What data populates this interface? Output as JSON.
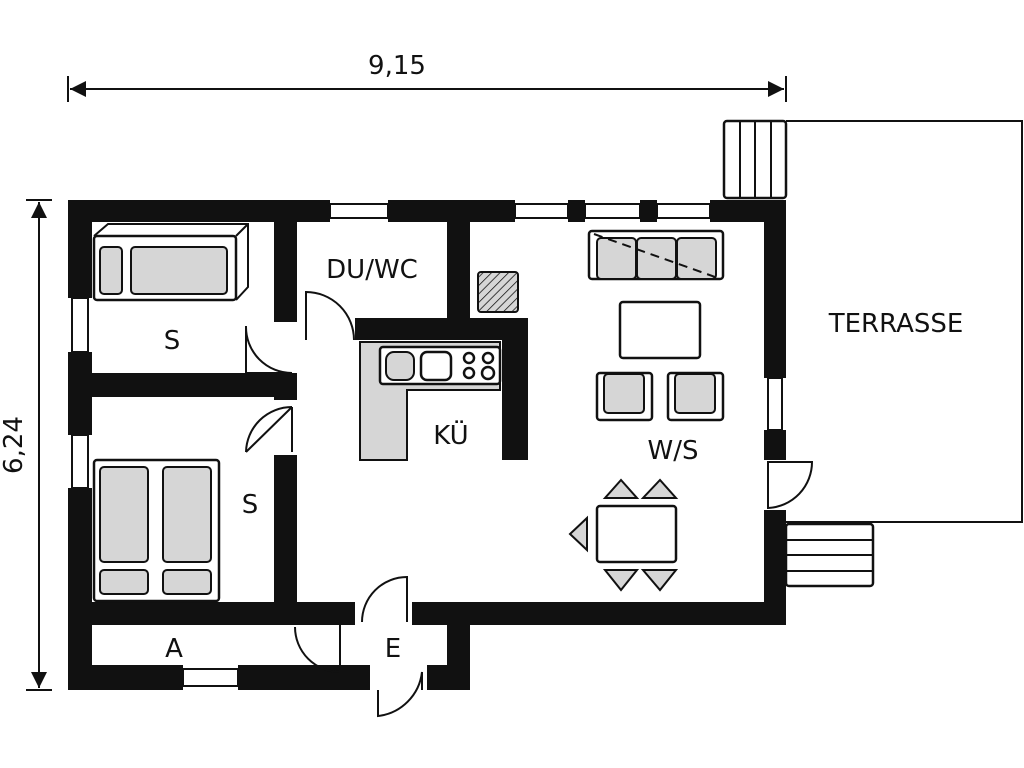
{
  "dimensions": {
    "width": "9,15",
    "height": "6,24"
  },
  "rooms": {
    "bedroom1": "S",
    "bedroom2": "S",
    "bathroom": "DU/WC",
    "kitchen": "KÜ",
    "living": "W/S",
    "storage": "A",
    "entrance": "E",
    "terrace": "TERRASSE"
  },
  "colors": {
    "wall": "#111111",
    "furniture_fill": "#d6d6d6"
  }
}
